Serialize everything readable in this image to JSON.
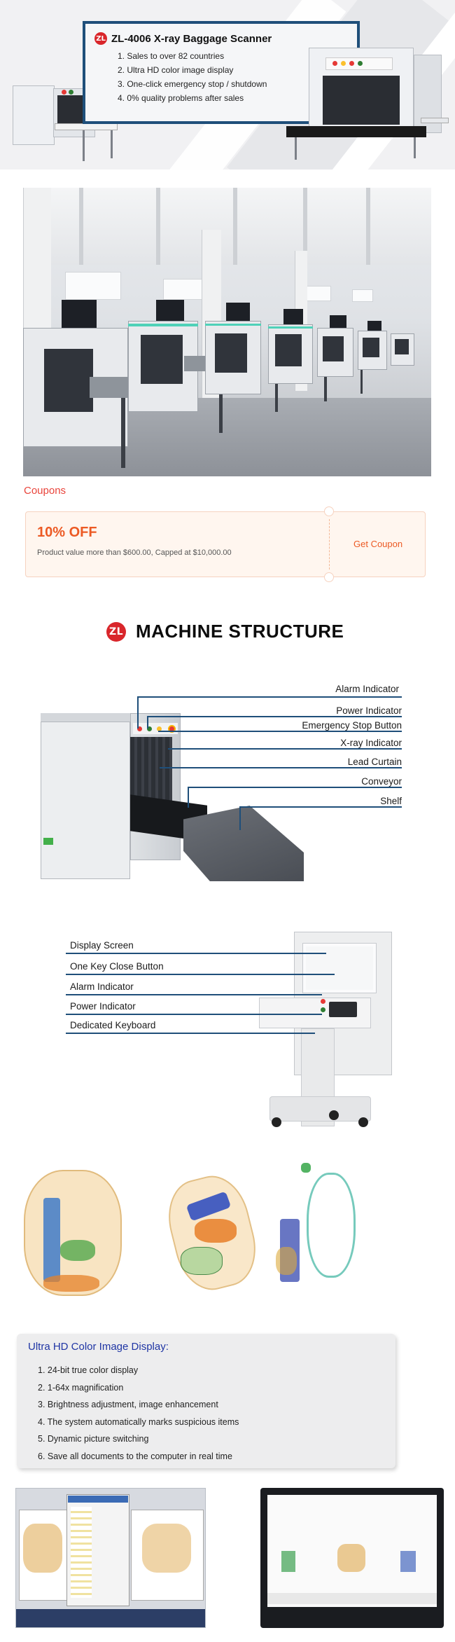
{
  "hero": {
    "title": "ZL-4006 X-ray Baggage Scanner",
    "features": [
      "1. Sales to over 82 countries",
      "2. Ultra HD color image display",
      "3. One-click emergency stop / shutdown",
      "4. 0% quality problems after sales"
    ]
  },
  "coupons": {
    "label": "Coupons",
    "discount": "10% OFF",
    "description": "Product value more than $600.00, Capped at $10,000.00",
    "button": "Get Coupon"
  },
  "structure": {
    "title": "MACHINE STRUCTURE",
    "machine_callouts": [
      "Alarm Indicator",
      "Power Indicator",
      "Emergency Stop Button",
      "X-ray Indicator",
      "Lead Curtain",
      "Conveyor",
      "Shelf"
    ],
    "console_callouts": [
      "Display Screen",
      "One Key Close Button",
      "Alarm Indicator",
      "Power Indicator",
      "Dedicated Keyboard"
    ]
  },
  "image_display": {
    "title": "Ultra HD Color Image Display:",
    "items": [
      "1. 24-bit true color display",
      "2. 1-64x magnification",
      "3. Brightness adjustment, image enhancement",
      "4. The system automatically marks suspicious items",
      "5. Dynamic picture switching",
      "6. Save all documents to the computer in real time"
    ]
  },
  "colors": {
    "accent_blue": "#1f4f7a",
    "coupon_orange": "#ec5a24",
    "heading_blue": "#1f35a4",
    "logo_red": "#d9262b"
  },
  "icons": [
    "company-logo-icon"
  ]
}
